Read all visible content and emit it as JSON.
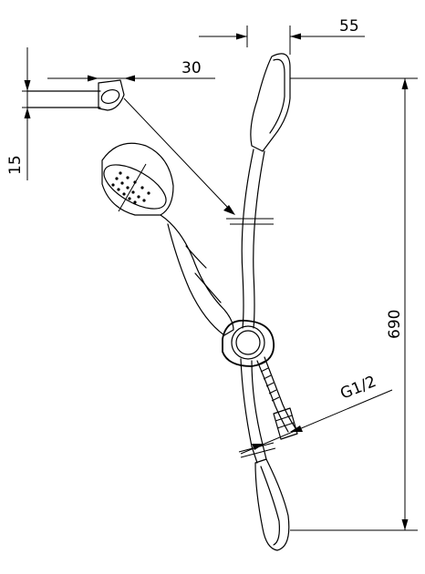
{
  "drawing": {
    "type": "technical-drawing",
    "subject": "shower-rail-set",
    "dimensions": {
      "top_offset": "55",
      "mount_depth": "30",
      "bracket_height": "15",
      "rail_height": "690",
      "thread": "G1/2"
    }
  }
}
